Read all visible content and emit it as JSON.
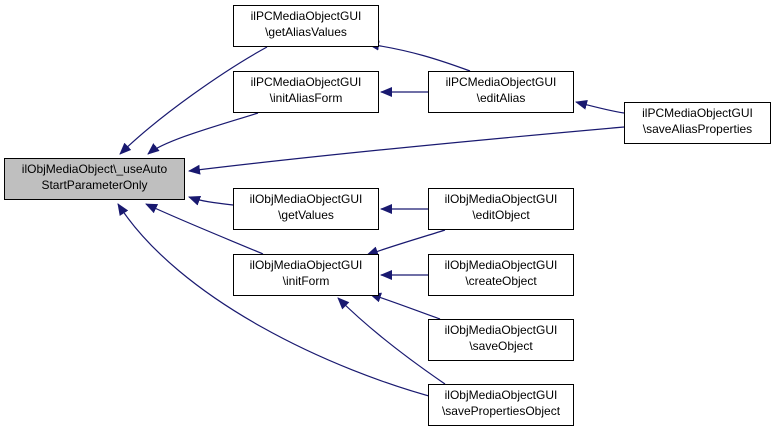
{
  "nodes": [
    {
      "id": "root",
      "line1": "ilObjMediaObject\\_useAuto",
      "line2": "StartParameterOnly",
      "root": true
    },
    {
      "id": "pc_getAliasValues",
      "line1": "ilPCMediaObjectGUI",
      "line2": "\\getAliasValues"
    },
    {
      "id": "pc_initAliasForm",
      "line1": "ilPCMediaObjectGUI",
      "line2": "\\initAliasForm"
    },
    {
      "id": "pc_editAlias",
      "line1": "ilPCMediaObjectGUI",
      "line2": "\\editAlias"
    },
    {
      "id": "pc_saveAliasProperties",
      "line1": "ilPCMediaObjectGUI",
      "line2": "\\saveAliasProperties"
    },
    {
      "id": "obj_getValues",
      "line1": "ilObjMediaObjectGUI",
      "line2": "\\getValues"
    },
    {
      "id": "obj_initForm",
      "line1": "ilObjMediaObjectGUI",
      "line2": "\\initForm"
    },
    {
      "id": "obj_editObject",
      "line1": "ilObjMediaObjectGUI",
      "line2": "\\editObject"
    },
    {
      "id": "obj_createObject",
      "line1": "ilObjMediaObjectGUI",
      "line2": "\\createObject"
    },
    {
      "id": "obj_saveObject",
      "line1": "ilObjMediaObjectGUI",
      "line2": "\\saveObject"
    },
    {
      "id": "obj_savePropertiesObject",
      "line1": "ilObjMediaObjectGUI",
      "line2": "\\savePropertiesObject"
    }
  ],
  "edges": [
    {
      "from": "pc_getAliasValues",
      "to": "root"
    },
    {
      "from": "pc_initAliasForm",
      "to": "root"
    },
    {
      "from": "pc_saveAliasProperties",
      "to": "root"
    },
    {
      "from": "obj_getValues",
      "to": "root"
    },
    {
      "from": "obj_initForm",
      "to": "root"
    },
    {
      "from": "obj_savePropertiesObject",
      "to": "root"
    },
    {
      "from": "pc_editAlias",
      "to": "pc_getAliasValues"
    },
    {
      "from": "pc_editAlias",
      "to": "pc_initAliasForm"
    },
    {
      "from": "pc_saveAliasProperties",
      "to": "pc_editAlias"
    },
    {
      "from": "obj_editObject",
      "to": "obj_getValues"
    },
    {
      "from": "obj_editObject",
      "to": "obj_initForm"
    },
    {
      "from": "obj_createObject",
      "to": "obj_initForm"
    },
    {
      "from": "obj_saveObject",
      "to": "obj_initForm"
    },
    {
      "from": "obj_savePropertiesObject",
      "to": "obj_initForm"
    }
  ],
  "colors": {
    "edge": "#191970",
    "root_fill": "#bfbfbf",
    "node_fill": "#ffffff",
    "border": "#000000"
  }
}
